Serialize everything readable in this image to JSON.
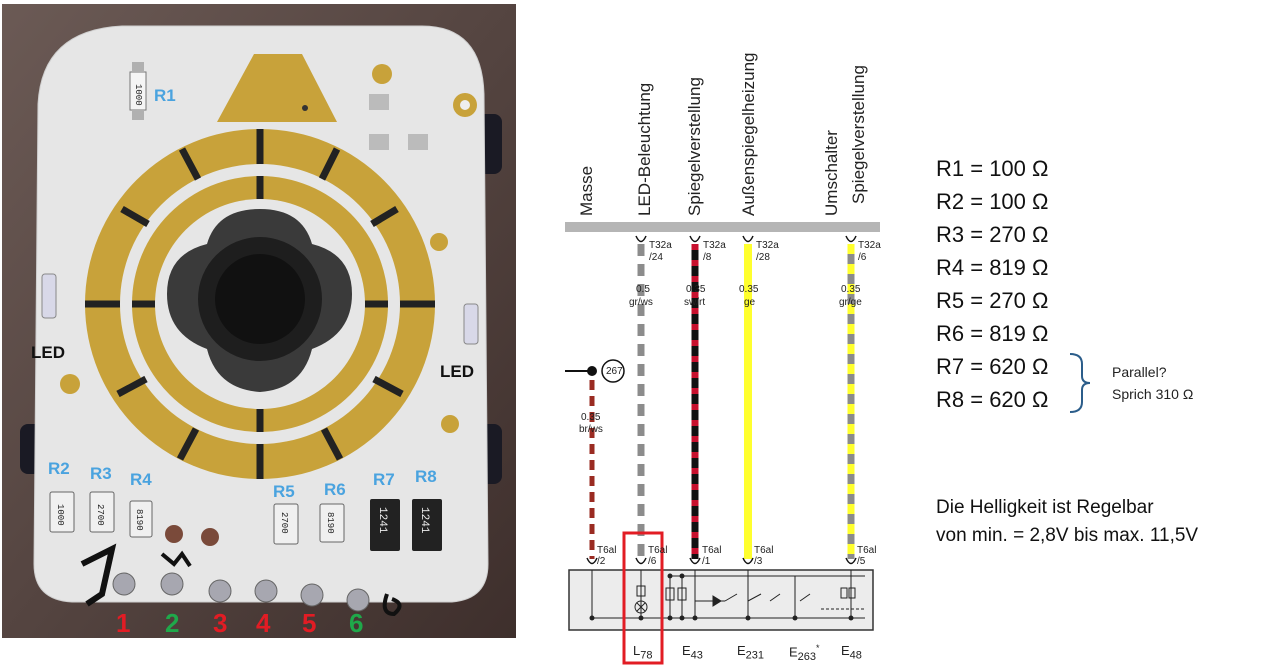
{
  "photo": {
    "resistor_labels": [
      "R1",
      "R2",
      "R3",
      "R4",
      "R5",
      "R6",
      "R7",
      "R8"
    ],
    "smd_codes": [
      "1000",
      "1000",
      "2700",
      "8190",
      "2700",
      "8190",
      "1241",
      "1241"
    ],
    "led_labels": [
      "LED",
      "LED"
    ],
    "pin_numbers": [
      {
        "label": "1",
        "color": "#e21c24"
      },
      {
        "label": "2",
        "color": "#1fa84a"
      },
      {
        "label": "3",
        "color": "#e21c24"
      },
      {
        "label": "4",
        "color": "#e21c24"
      },
      {
        "label": "5",
        "color": "#e21c24"
      },
      {
        "label": "6",
        "color": "#1fa84a"
      }
    ],
    "colors": {
      "pcb": "#e6e6e6",
      "gold": "#c8a23a",
      "resistor_label": "#4aa3df"
    }
  },
  "wiring": {
    "column_headers": {
      "masse": "Masse",
      "led": "LED-Beleuchtung",
      "spiegelverstellung": "Spiegelverstellung",
      "heizung": "Außenspiegelheizung",
      "umschalter_1": "Umschalter",
      "umschalter_2": "Spiegelverstellung"
    },
    "ground_ref": "267",
    "masse_wire": {
      "gauge": "0.35",
      "color_code": "br/ws"
    },
    "connectors_top": [
      {
        "name": "T32a",
        "pin": "/24",
        "gauge": "0.5",
        "color_code": "gr/ws"
      },
      {
        "name": "T32a",
        "pin": "/8",
        "gauge": "0.35",
        "color_code": "sw/rt"
      },
      {
        "name": "T32a",
        "pin": "/28",
        "gauge": "0.35",
        "color_code": "ge"
      },
      {
        "name": "T32a",
        "pin": "/6",
        "gauge": "0.35",
        "color_code": "gr/ge"
      }
    ],
    "connectors_bottom": [
      {
        "name": "T6al",
        "pin": "/2"
      },
      {
        "name": "T6al",
        "pin": "/6"
      },
      {
        "name": "T6al",
        "pin": "/1"
      },
      {
        "name": "T6al",
        "pin": "/3"
      },
      {
        "name": "T6al",
        "pin": "/5"
      }
    ],
    "components": [
      {
        "code": "L",
        "sub": "78"
      },
      {
        "code": "E",
        "sub": "43"
      },
      {
        "code": "E",
        "sub": "231"
      },
      {
        "code": "E",
        "sub": "263",
        "sup": "*"
      },
      {
        "code": "E",
        "sub": "48"
      }
    ],
    "colors": {
      "highlight_box": "#e21c24",
      "yellow_wire": "#ffff2e",
      "grey_wire": "#8c8c8c",
      "red_wire": "#c8102e",
      "brown_wire": "#9a2b22"
    }
  },
  "resistors": [
    "R1 = 100 Ω",
    "R2 = 100 Ω",
    "R3 = 270 Ω",
    "R4 = 819 Ω",
    "R5 = 270 Ω",
    "R6 = 819 Ω",
    "R7 = 620 Ω",
    "R8 = 620 Ω"
  ],
  "parallel_note": {
    "line1": "Parallel?",
    "line2": "Sprich 310 Ω"
  },
  "brightness_note": {
    "line1": "Die Helligkeit ist Regelbar",
    "line2": "von min. = 2,8V bis max. 11,5V"
  }
}
